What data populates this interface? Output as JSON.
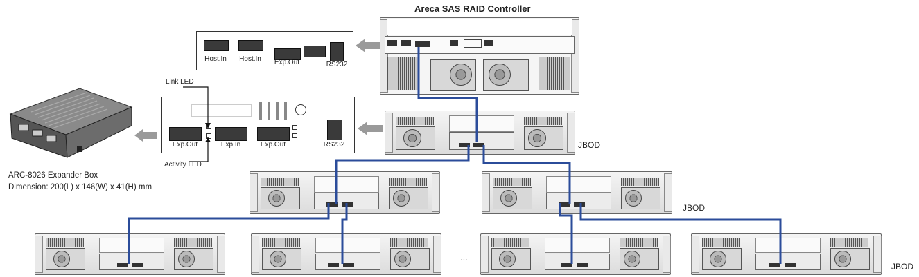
{
  "controller": {
    "title": "Areca SAS RAID Controller",
    "ports": [
      "Host.In",
      "Host.In",
      "Exp.Out",
      "RS232"
    ]
  },
  "expander_panel": {
    "link_led": "Link LED",
    "activity_led": "Activity LED",
    "ports": [
      "Exp.Out",
      "Exp.In",
      "Exp.Out",
      "RS232"
    ]
  },
  "expander_box": {
    "name": "ARC-8026  Expander Box",
    "dimension": "Dimension: 200(L) x 146(W) x 41(H) mm"
  },
  "jbod_label": "JBOD",
  "ellipsis": "...",
  "colors": {
    "cable": "#2b4c9a",
    "arrow": "#9a9a9a"
  }
}
